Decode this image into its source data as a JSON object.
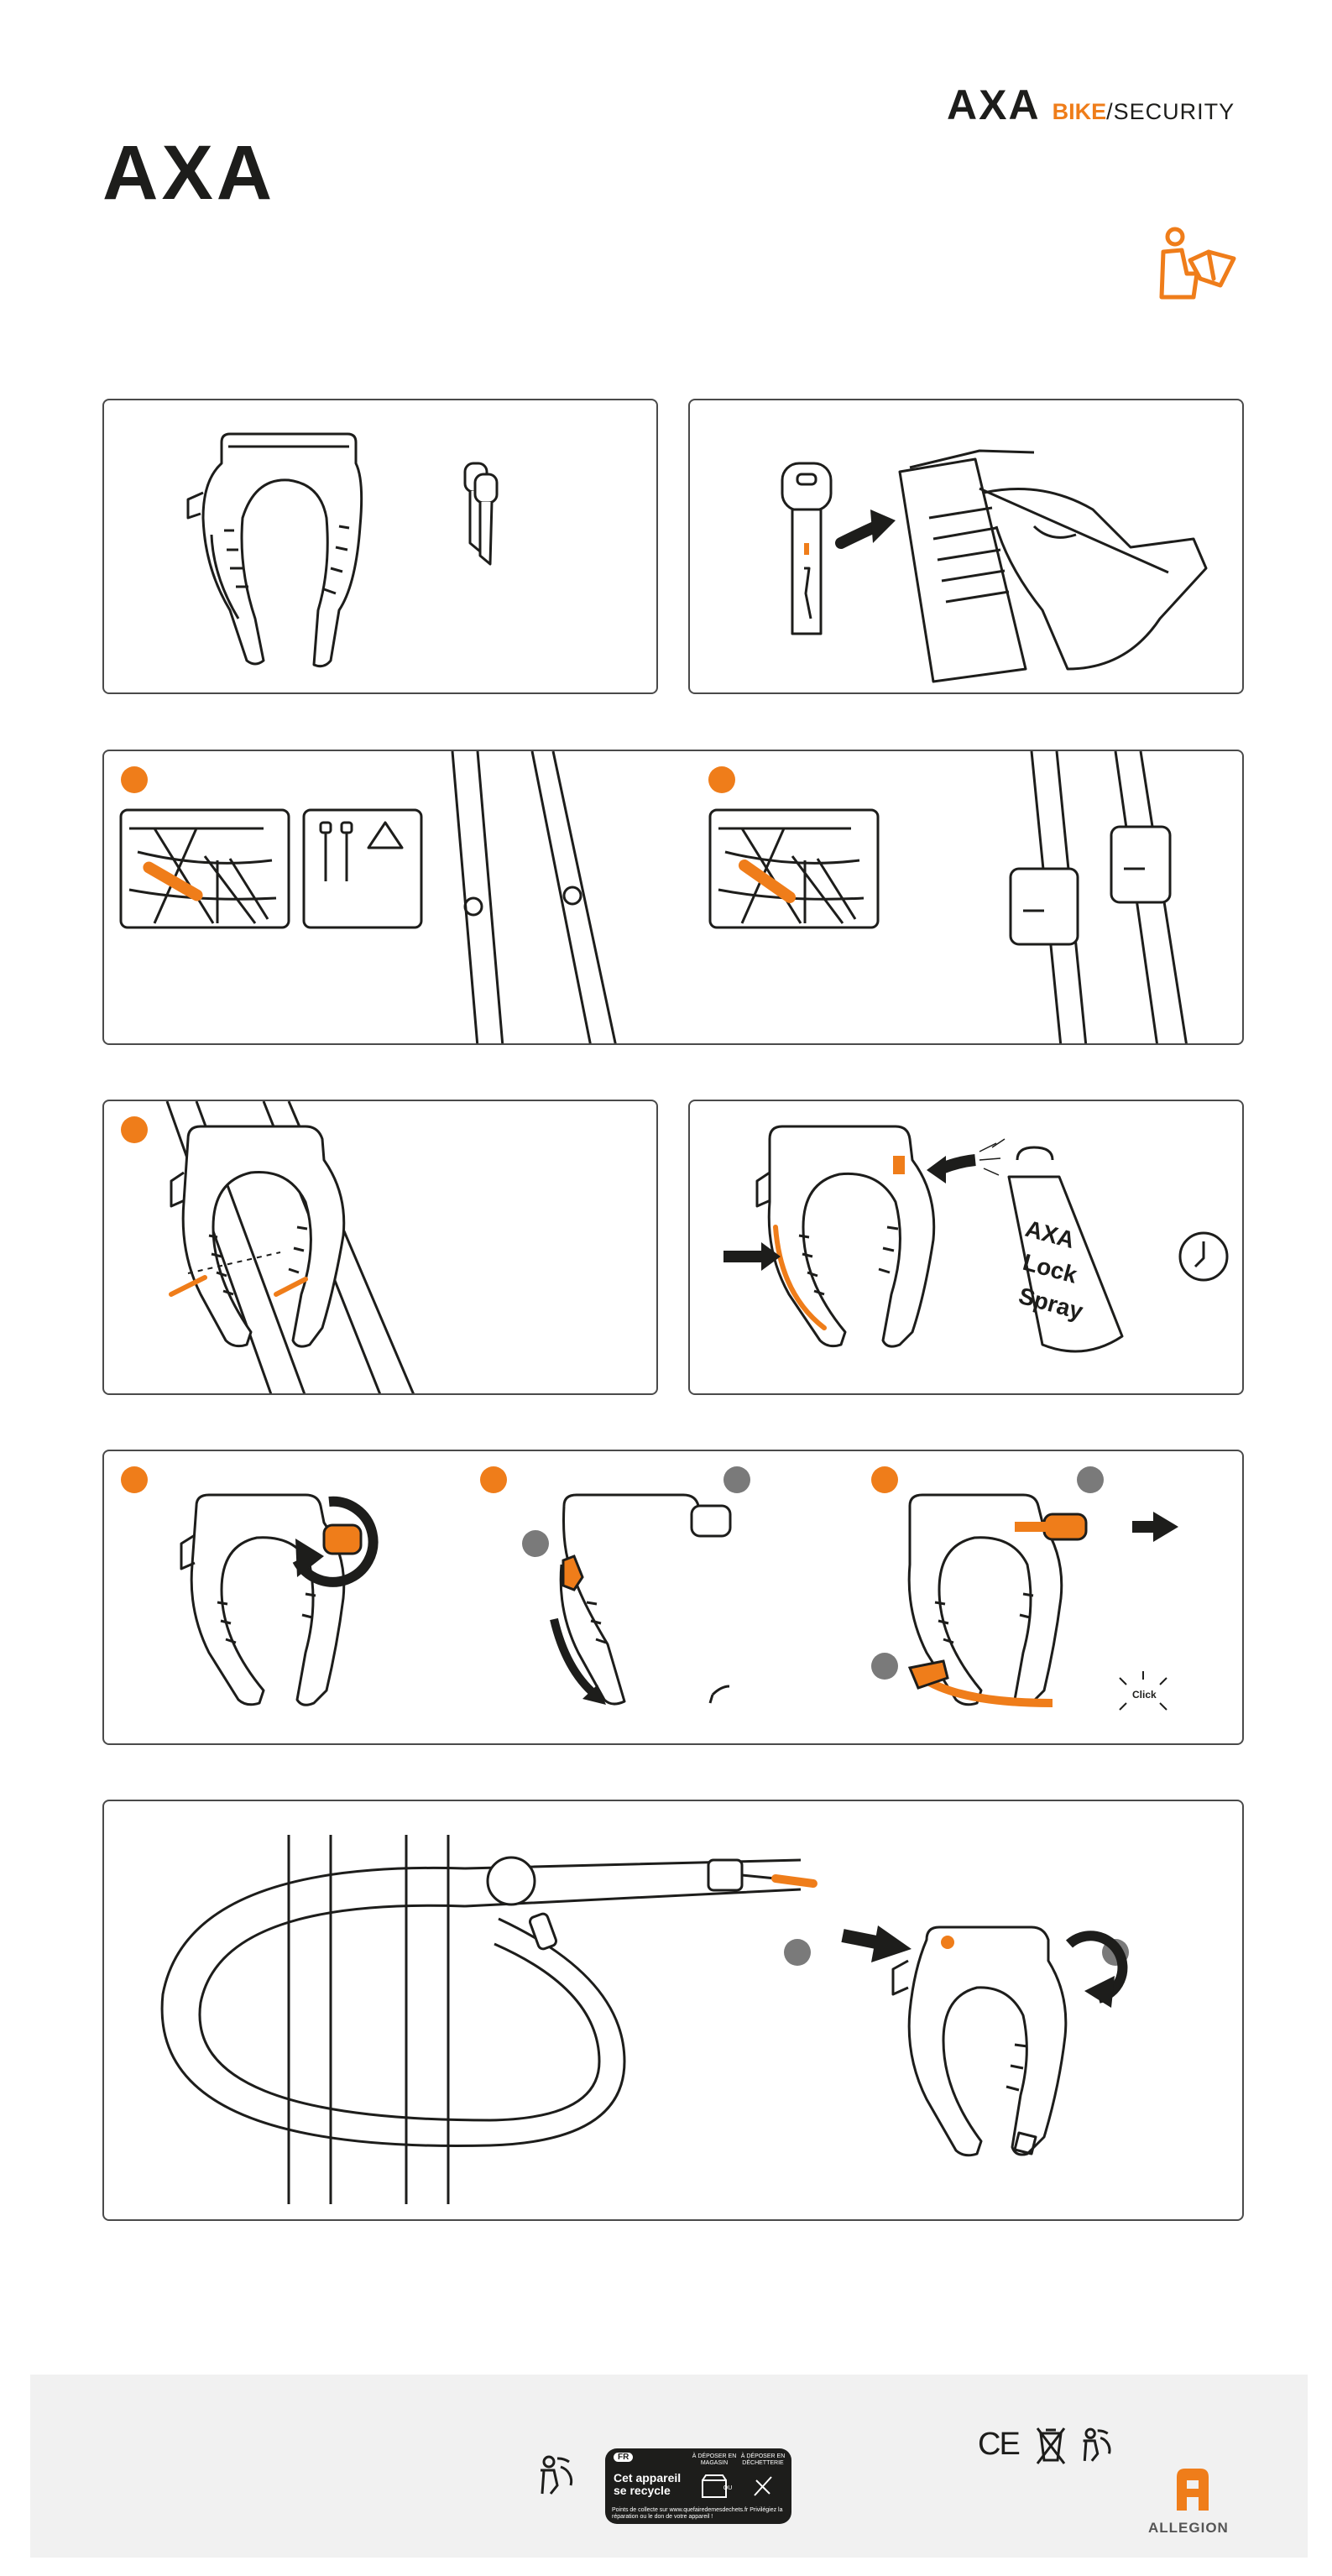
{
  "header": {
    "logo_text": "AXA",
    "brand_name": "AXA",
    "brand_bike": "BIKE",
    "brand_security": "SECURITY",
    "read_manual_icon": "read-manual-icon"
  },
  "colors": {
    "accent": "#ef7d1a",
    "ink": "#1d1d1b",
    "step_grey": "#7a7a7a",
    "footer_bg": "#f1f1f1"
  },
  "panels": {
    "spray_can_text": [
      "AXA",
      "Lock",
      "Spray"
    ],
    "click_text": "Click"
  },
  "footer": {
    "badge_fr": "FR",
    "badge_title": "Cet appareil se recycle",
    "badge_store": "À DÉPOSER EN MAGASIN",
    "badge_collect": "À DÉPOSER EN DÉCHETTERIE",
    "badge_or": "OU",
    "badge_note": "Points de collecte sur www.quefairedemesdechets.fr Privilégiez la réparation ou le don de votre appareil !",
    "ce_mark": "CE",
    "company": "ALLEGION"
  }
}
